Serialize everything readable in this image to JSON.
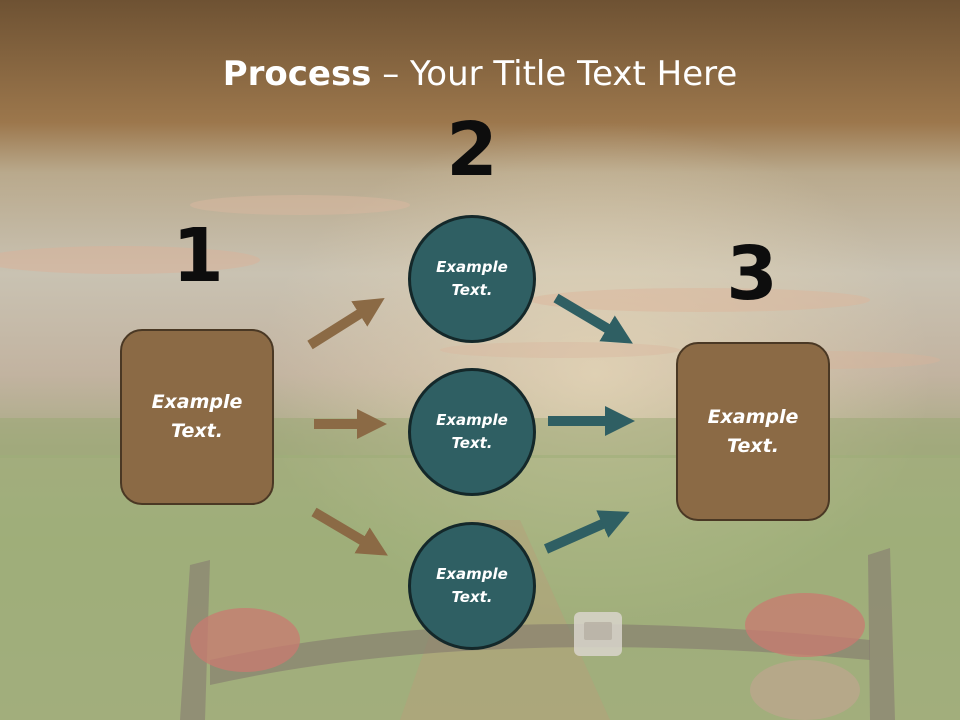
{
  "title": {
    "bold": "Process",
    "rest": " – Your Title Text Here"
  },
  "numbers": [
    "1",
    "2",
    "3"
  ],
  "box_left": {
    "label": "Example\nText."
  },
  "box_right": {
    "label": "Example\nText."
  },
  "circles": [
    {
      "label": "Example\nText."
    },
    {
      "label": "Example\nText."
    },
    {
      "label": "Example\nText."
    }
  ],
  "colors": {
    "box_fill": "#8b6a45",
    "circle_fill": "#2f5f63",
    "arrow_brown": "#8b6a45",
    "arrow_teal": "#2f5f63",
    "title_bar": "#7a5a35"
  }
}
